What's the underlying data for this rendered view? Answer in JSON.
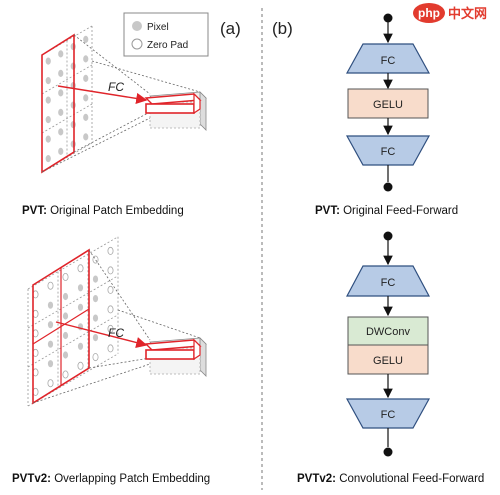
{
  "panels": {
    "a": "(a)",
    "b": "(b)"
  },
  "legend": {
    "pixel": "Pixel",
    "zero_pad": "Zero Pad"
  },
  "fc_label": "FC",
  "captions": {
    "pvt_patch": {
      "bold": "PVT:",
      "rest": " Original Patch Embedding"
    },
    "pvtv2_patch": {
      "bold": "PVTv2:",
      "rest": " Overlapping Patch Embedding"
    },
    "pvt_ffn": {
      "bold": "PVT:",
      "rest": " Original Feed-Forward"
    },
    "pvtv2_ffn": {
      "bold": "PVTv2:",
      "rest": " Convolutional Feed-Forward"
    }
  },
  "ffn_top": {
    "fc1": "FC",
    "act": "GELU",
    "fc2": "FC"
  },
  "ffn_bottom": {
    "fc1": "FC",
    "dwconv": "DWConv",
    "act": "GELU",
    "fc2": "FC"
  },
  "watermark": {
    "logo": "php",
    "text": "中文网"
  },
  "colors": {
    "fc_fill": "#b7cbe6",
    "fc_stroke": "#2f4f7f",
    "gelu_fill": "#f8dccb",
    "dwconv_fill": "#d9ead3",
    "red": "#e0242a",
    "dot": "#c8c8c8",
    "grid": "#9a9a9a"
  }
}
